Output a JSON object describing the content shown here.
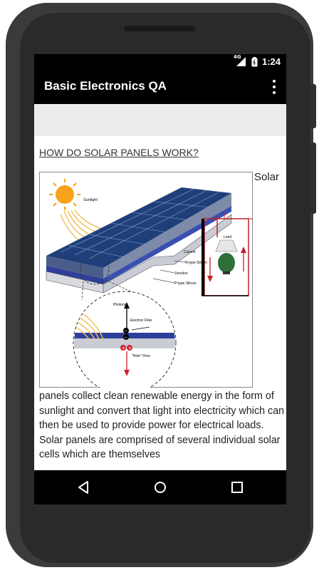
{
  "status_bar": {
    "time": "1:24",
    "signal_label": "4G",
    "icons": [
      "signal-icon",
      "battery-icon"
    ]
  },
  "app_bar": {
    "title": "Basic Electronics QA",
    "menu_icon": "more-vert-icon"
  },
  "article": {
    "heading": "HOW DO SOLAR PANELS WORK?",
    "lead_word": "Solar",
    "body": "panels collect clean renewable energy in the form of sunlight and convert that light into electricity which can then be used to provide power for electrical loads. Solar panels are comprised of several individual solar cells which are themselves"
  },
  "diagram": {
    "labels": {
      "sunlight": "Sunlight",
      "n_type": "N-type Silicon",
      "junction": "Junction",
      "p_type": "P-type Silicon",
      "current": "Current",
      "load": "Load",
      "photons": "Photons",
      "electron_flow": "Electron Flow",
      "hole_flow": "\"Hole\" Flow"
    }
  },
  "nav_bar": {
    "back": "back-icon",
    "home": "home-icon",
    "recents": "recents-icon"
  }
}
